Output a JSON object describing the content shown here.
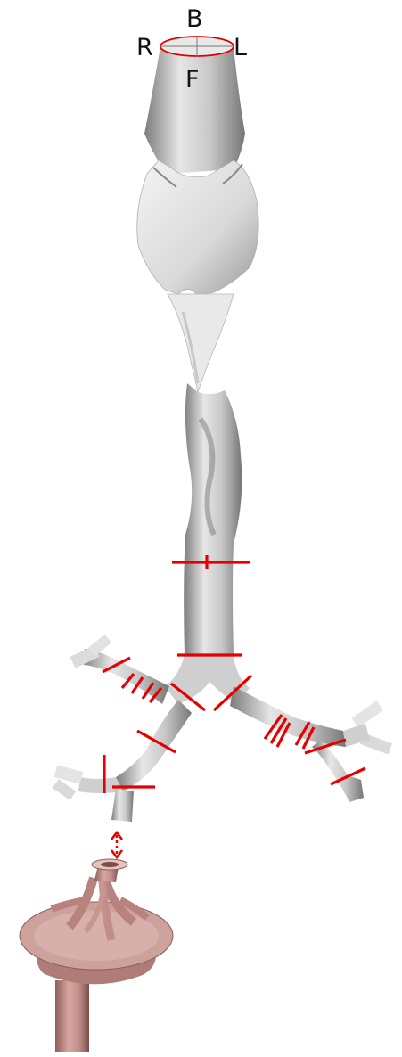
{
  "orientation": {
    "back": "B",
    "front": "F",
    "right": "R",
    "left": "L"
  },
  "colors": {
    "airway": "#cfcfcf",
    "airway_shade": "#8f8f8f",
    "markers": "#e60000",
    "adapter": "#c99591",
    "adapter_shade": "#8e5e5a"
  }
}
